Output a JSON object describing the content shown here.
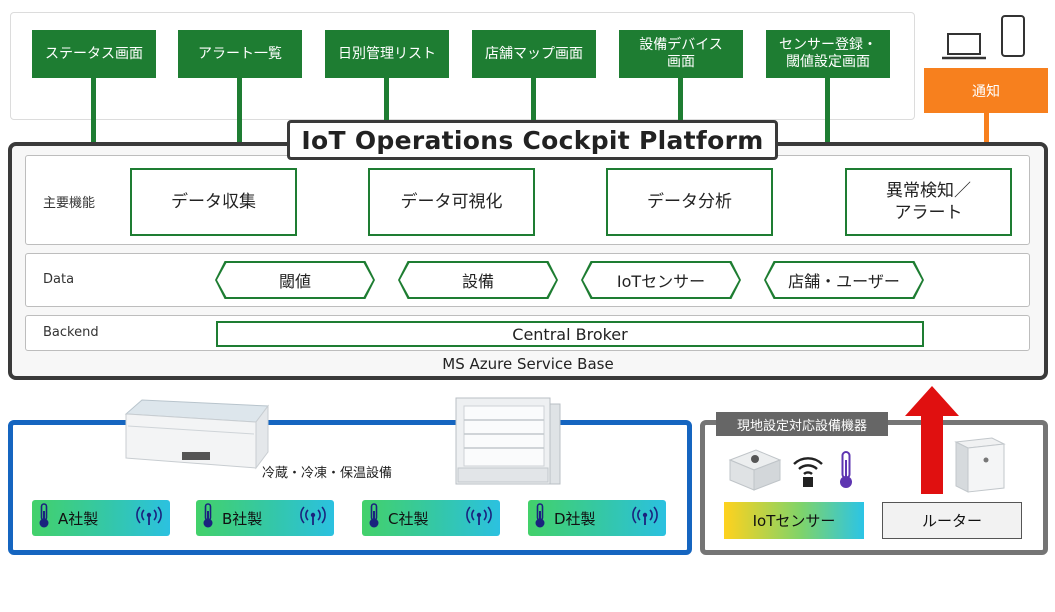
{
  "screens": [
    {
      "label": "ステータス画面"
    },
    {
      "label": "アラート一覧"
    },
    {
      "label": "日別管理リスト"
    },
    {
      "label": "店舗マップ画面"
    },
    {
      "label": "設備デバイス\n画面"
    },
    {
      "label": "センサー登録・\n閾値設定画面"
    }
  ],
  "notify": {
    "label": "通知"
  },
  "platform": {
    "title": "IoT Operations Cockpit Platform",
    "rows": {
      "functions": {
        "label": "主要機能",
        "items": [
          "データ収集",
          "データ可視化",
          "データ分析",
          "異常検知／\nアラート"
        ]
      },
      "data": {
        "label": "Data",
        "items": [
          "閾値",
          "設備",
          "IoTセンサー",
          "店舗・ユーザー"
        ]
      },
      "backend": {
        "label": "Backend",
        "broker": "Central Broker"
      }
    },
    "base": "MS Azure Service Base"
  },
  "equipment": {
    "label": "冷蔵・冷凍・保温設備",
    "makers": [
      "A社製",
      "B社製",
      "C社製",
      "D社製"
    ]
  },
  "local": {
    "label": "現地設定対応設備機器",
    "iot_sensor": "IoTセンサー",
    "router": "ルーター"
  },
  "colors": {
    "green": "#1e7d32",
    "orange": "#f7801e",
    "blue": "#1565c0",
    "gray": "#757575",
    "red_arrow": "#e01010"
  }
}
